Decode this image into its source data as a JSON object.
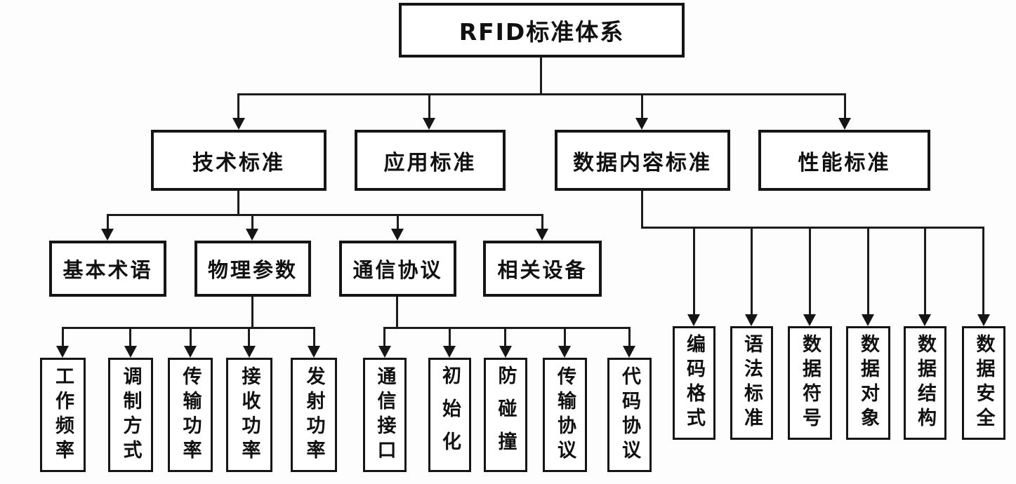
{
  "diagram": {
    "title": "RFID标准体系",
    "branches": [
      "技术标准",
      "应用标准",
      "数据内容标准",
      "性能标准"
    ],
    "technical_children": [
      "基本术语",
      "物理参数",
      "通信协议",
      "相关设备"
    ],
    "physical_parameter_children": [
      "工作频率",
      "调制方式",
      "传输功率",
      "接收功率",
      "发射功率"
    ],
    "communication_protocol_children": [
      "通信接口",
      "初始化",
      "防碰撞",
      "传输协议",
      "代码协议"
    ],
    "data_content_children": [
      "编码格式",
      "语法标准",
      "数据符号",
      "数据对象",
      "数据结构",
      "数据安全"
    ]
  },
  "colors": {
    "line": "#1c1c1c",
    "border": "#151515",
    "text": "#111111",
    "box_background": "#ffffff",
    "page_background": "#fdfdfd"
  }
}
